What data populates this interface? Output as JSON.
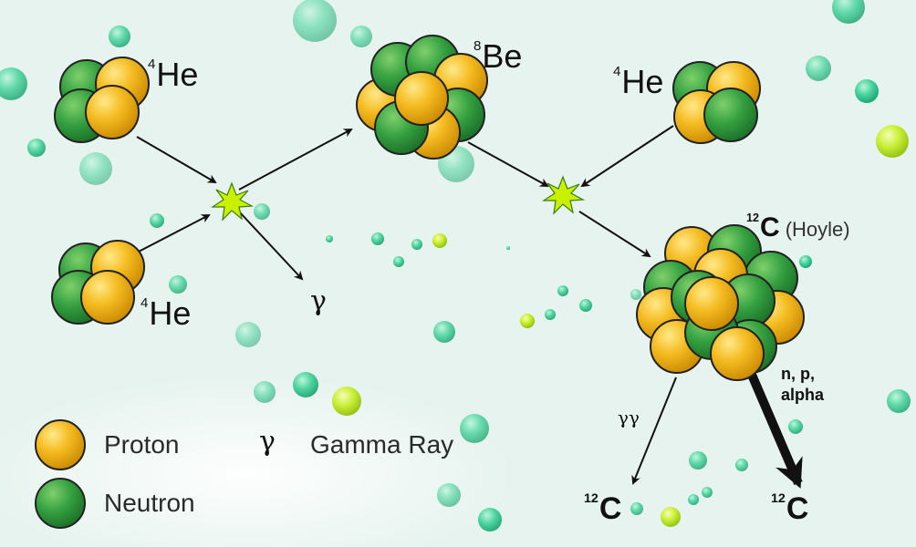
{
  "labels": {
    "he4_top_left": {
      "mass": "4",
      "symbol": "He"
    },
    "he4_bottom_left": {
      "mass": "4",
      "symbol": "He"
    },
    "be8": {
      "mass": "8",
      "symbol": "Be"
    },
    "he4_right": {
      "mass": "4",
      "symbol": "He"
    },
    "c12_hoyle": {
      "mass": "12",
      "symbol": "C",
      "note": "(Hoyle)"
    },
    "c12_left": {
      "mass": "12",
      "symbol": "C"
    },
    "c12_right": {
      "mass": "12",
      "symbol": "C"
    },
    "gamma": "γ",
    "gamma_gamma": "γγ",
    "decay_products": "n, p,\nalpha"
  },
  "legend": {
    "proton": "Proton",
    "neutron": "Neutron",
    "gamma_symbol": "γ",
    "gamma_ray": "Gamma Ray"
  },
  "colors": {
    "proton": "#f2b41b",
    "neutron": "#2f9a3c",
    "flash": "#c8f000",
    "background": "#e6f3ee"
  }
}
